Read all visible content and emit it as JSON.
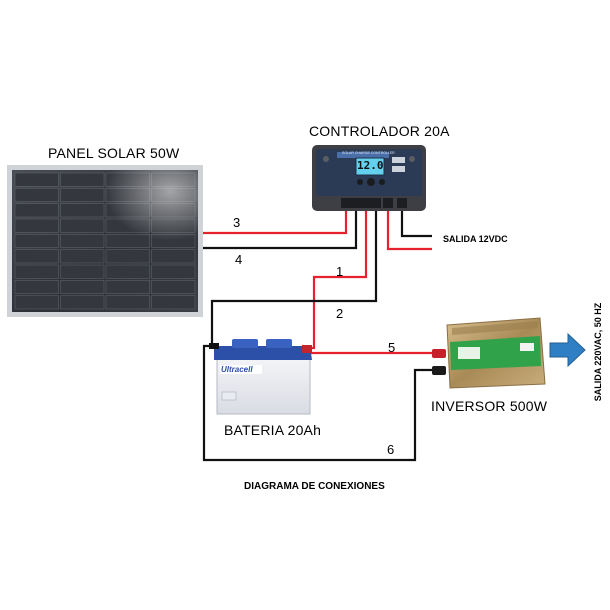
{
  "labels": {
    "panel": "PANEL SOLAR 50W",
    "controller": "CONTROLADOR 20A",
    "output_dc": "SALIDA  12VDC",
    "battery": "BATERIA 20Ah",
    "inverter": "INVERSOR 500W",
    "output_ac": "SALIDA 220VAC, 50 HZ",
    "footer": "DIAGRAMA DE CONEXIONES"
  },
  "wires": {
    "w1": "1",
    "w2": "2",
    "w3": "3",
    "w4": "4",
    "w5": "5",
    "w6": "6"
  },
  "devices": {
    "controller_screen": "12.0",
    "controller_header": "SOLAR CHARGE CONTROLLER",
    "battery_brand": "Ultracell"
  },
  "colors": {
    "positive": "#e8212e",
    "negative": "#111111",
    "arrow": "#2f7fc4",
    "panel_cell": "#34373d",
    "controller_face": "#2b3a55",
    "screen": "#63d1ee",
    "battery_lid": "#2c4fa8",
    "inverter_body": "#b89a6a",
    "inverter_face": "#2fa24a"
  }
}
